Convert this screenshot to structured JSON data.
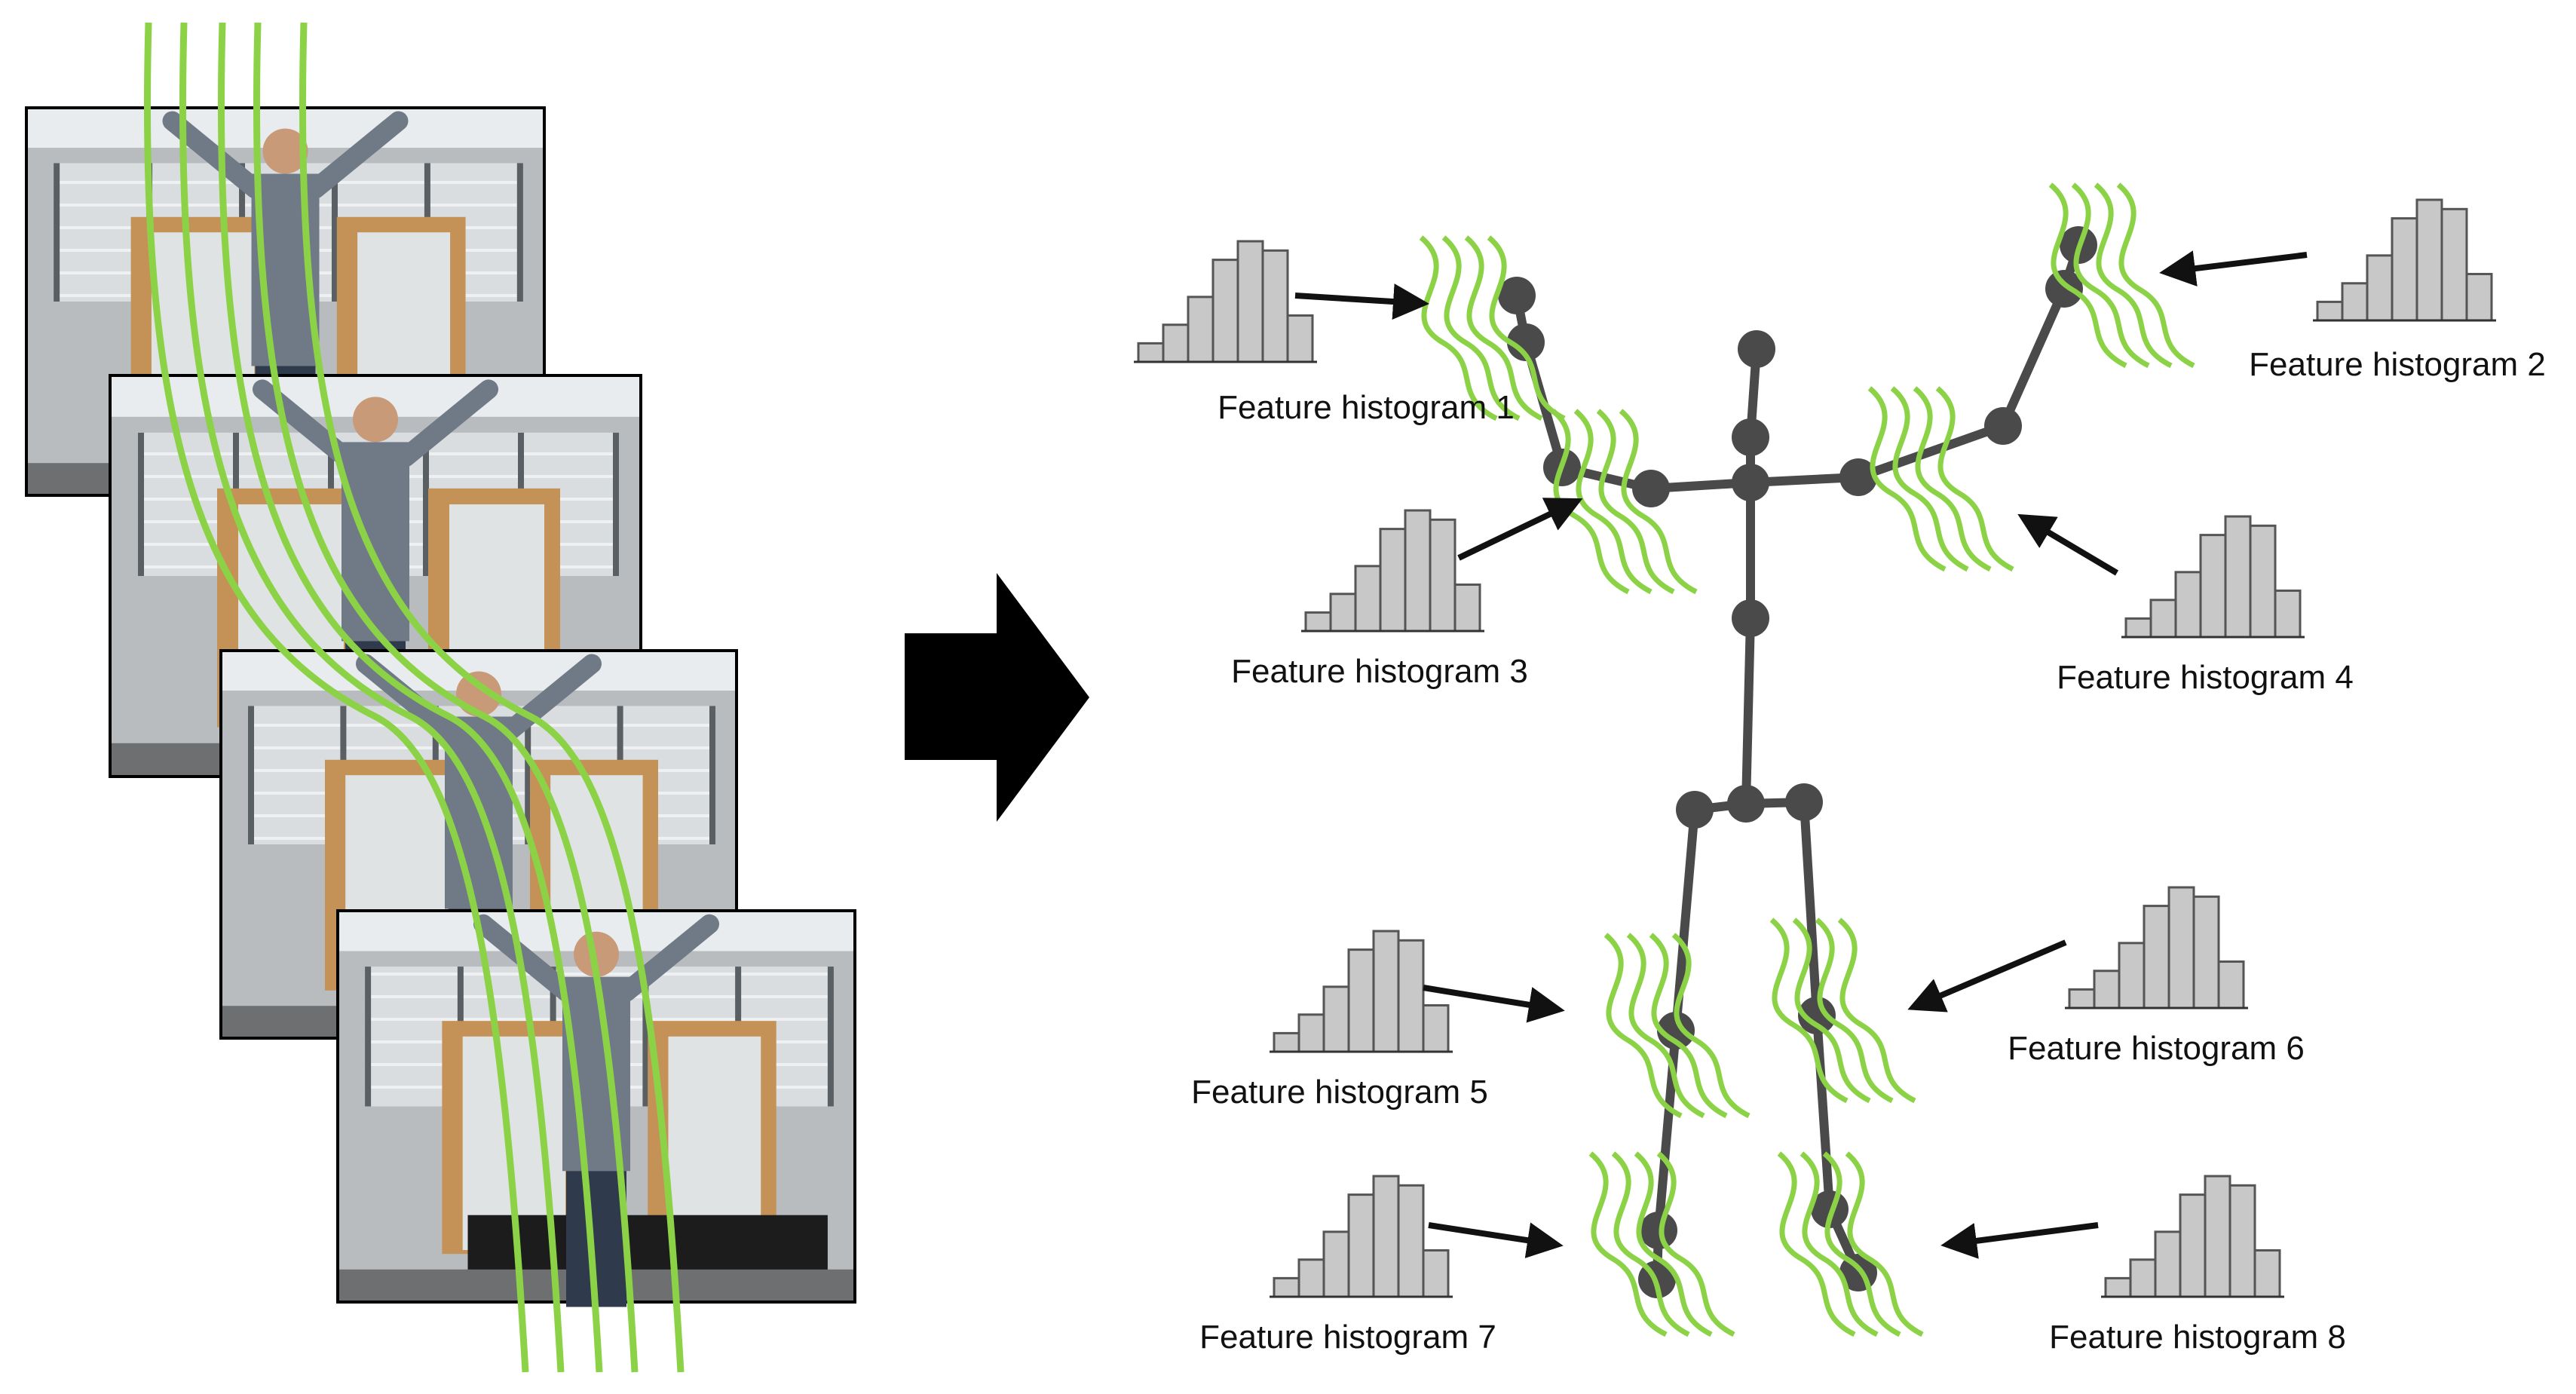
{
  "colors": {
    "background": "#ffffff",
    "skeleton": "#4a4a4a",
    "trajectory": "#8cd246",
    "histogram_bar_fill": "#c8c8c8",
    "histogram_bar_stroke": "#555555",
    "arrow": "#111111"
  },
  "frames": {
    "count": 4,
    "description_icon": "video-frame-stack"
  },
  "histograms": [
    {
      "label": "Feature histogram 1",
      "bars": [
        2,
        4,
        7,
        11,
        13,
        12,
        5
      ]
    },
    {
      "label": "Feature histogram 2",
      "bars": [
        2,
        4,
        7,
        11,
        13,
        12,
        5
      ]
    },
    {
      "label": "Feature histogram 3",
      "bars": [
        2,
        4,
        7,
        11,
        13,
        12,
        5
      ]
    },
    {
      "label": "Feature histogram 4",
      "bars": [
        2,
        4,
        7,
        11,
        13,
        12,
        5
      ]
    },
    {
      "label": "Feature histogram 5",
      "bars": [
        2,
        4,
        7,
        11,
        13,
        12,
        5
      ]
    },
    {
      "label": "Feature histogram 6",
      "bars": [
        2,
        4,
        7,
        11,
        13,
        12,
        5
      ]
    },
    {
      "label": "Feature histogram 7",
      "bars": [
        2,
        4,
        7,
        11,
        13,
        12,
        5
      ]
    },
    {
      "label": "Feature histogram 8",
      "bars": [
        2,
        4,
        7,
        11,
        13,
        12,
        5
      ]
    }
  ]
}
